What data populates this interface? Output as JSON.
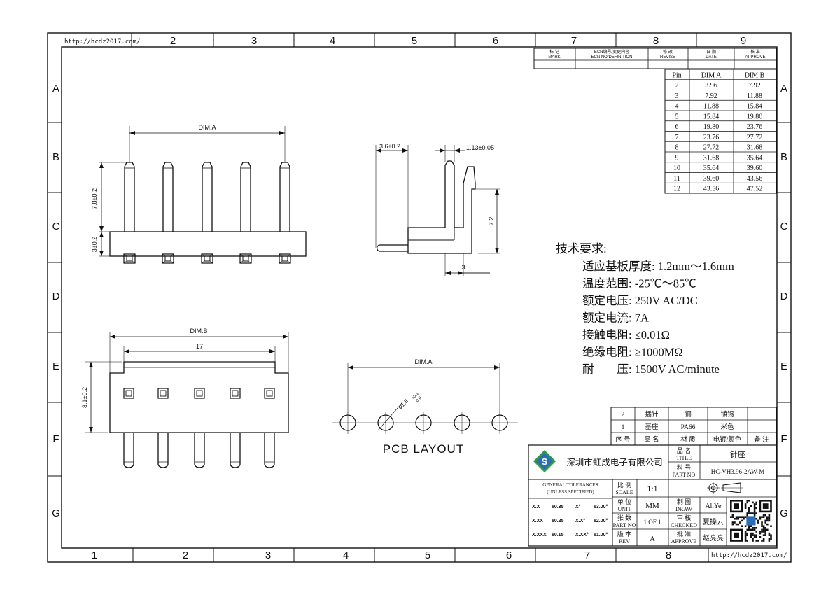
{
  "urls": {
    "top": "http://hcdz2017.com/",
    "bottom": "http://hcdz2017.com/"
  },
  "grid": {
    "top_cols": [
      "2",
      "3",
      "4",
      "5",
      "6",
      "7",
      "8",
      "9"
    ],
    "bottom_cols": [
      "1",
      "2",
      "3",
      "4",
      "5",
      "6",
      "7",
      "8"
    ],
    "rows": [
      "A",
      "B",
      "C",
      "D",
      "E",
      "F",
      "G"
    ]
  },
  "revision_block": {
    "mark": [
      "标 记",
      "MARK"
    ],
    "ecn": [
      "ECN编号/变更内容",
      "ECN NO/DEFINITION"
    ],
    "revise": [
      "修 改",
      "REVISE"
    ],
    "date": [
      "日 期",
      "DATE"
    ],
    "approve": [
      "核 准",
      "APPROVE"
    ]
  },
  "dim_table": {
    "headers": [
      "Pin",
      "DIM A",
      "DIM B"
    ],
    "rows": [
      [
        "2",
        "3.96",
        "7.92"
      ],
      [
        "3",
        "7.92",
        "11.88"
      ],
      [
        "4",
        "11.88",
        "15.84"
      ],
      [
        "5",
        "15.84",
        "19.80"
      ],
      [
        "6",
        "19.80",
        "23.76"
      ],
      [
        "7",
        "23.76",
        "27.72"
      ],
      [
        "8",
        "27.72",
        "31.68"
      ],
      [
        "9",
        "31.68",
        "35.64"
      ],
      [
        "10",
        "35.64",
        "39.60"
      ],
      [
        "11",
        "39.60",
        "43.56"
      ],
      [
        "12",
        "43.56",
        "47.52"
      ]
    ]
  },
  "drawing_labels": {
    "dim_a": "DIM.A",
    "dim_b": "DIM.B",
    "h_7_8": "7.8±0.2",
    "h_3": "3±0.2",
    "side_3_6": "3.6±0.2",
    "side_1_13": "1.13±0.05",
    "side_7_2": "7.2",
    "side_3": "3",
    "w_17": "17",
    "h_8_1": "8.1±0.2",
    "hole_dia": "φ1.8",
    "hole_tol_plus": "+0.1",
    "hole_tol_minus": "-0.0",
    "pcb_layout": "PCB LAYOUT"
  },
  "tech_requirements": {
    "title": "技术要求:",
    "items": [
      "适应基板厚度: 1.2mm～1.6mm",
      "温度范围: -25℃～85℃",
      "额定电压: 250V AC/DC",
      "额定电流: 7A",
      "接触电阻: ≤0.01Ω",
      "绝缘电阻: ≥1000MΩ",
      "耐　　压: 1500V AC/minute"
    ]
  },
  "bom": {
    "rows": [
      [
        "2",
        "插针",
        "铜",
        "镀锡",
        ""
      ],
      [
        "1",
        "基座",
        "PA66",
        "米色",
        ""
      ]
    ],
    "headers": [
      "序 号",
      "品 名",
      "材 质",
      "电镀/颜色",
      "备 注"
    ]
  },
  "title_block": {
    "company": "深圳市虹成电子有限公司",
    "title_cn": "品 名",
    "title_en": "TITLE",
    "title_value": "针座",
    "part_cn": "料 号",
    "part_en": "PART NO",
    "part_value": "HC-VH3.96-2AW-M",
    "tol_title_1": "GENERAL TOLERANCES",
    "tol_title_2": "(UNLESS SPECIFIED)",
    "tolerances": [
      [
        "X.X",
        "±0.35",
        "X°",
        "±3.00°"
      ],
      [
        "X.XX",
        "±0.25",
        "X.X°",
        "±2.00°"
      ],
      [
        "X.XXX",
        "±0.15",
        "X.XX°",
        "±1.00°"
      ]
    ],
    "scale_cn": "比 例",
    "scale_en": "SCALE",
    "scale_value": "1:1",
    "unit_cn": "单 位",
    "unit_en": "UNIT",
    "unit_value": "MM",
    "sheet_cn": "张 数",
    "sheet_en": "PART NO",
    "sheet_value": "1 OF 1",
    "rev_cn": "版 本",
    "rev_en": "REV",
    "rev_value": "A",
    "draw_cn": "制 图",
    "draw_en": "DRAW",
    "draw_value": "AhYe",
    "check_cn": "审 核",
    "check_en": "CHECKED",
    "check_value": "夏操云",
    "approve_cn": "批 准",
    "approve_en": "APPROVE",
    "approve_value": "赵亮亮"
  }
}
